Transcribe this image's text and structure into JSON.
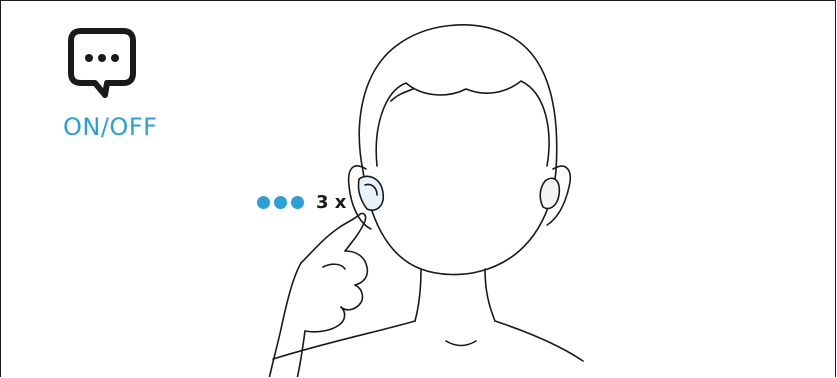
{
  "accent_color": "#2a9fd8",
  "line_color": "#1a1a1a",
  "icon": "speech-bubble-ellipsis-icon",
  "label": "ON/OFF",
  "tap": {
    "dots": 3,
    "count_text": "3 x"
  }
}
